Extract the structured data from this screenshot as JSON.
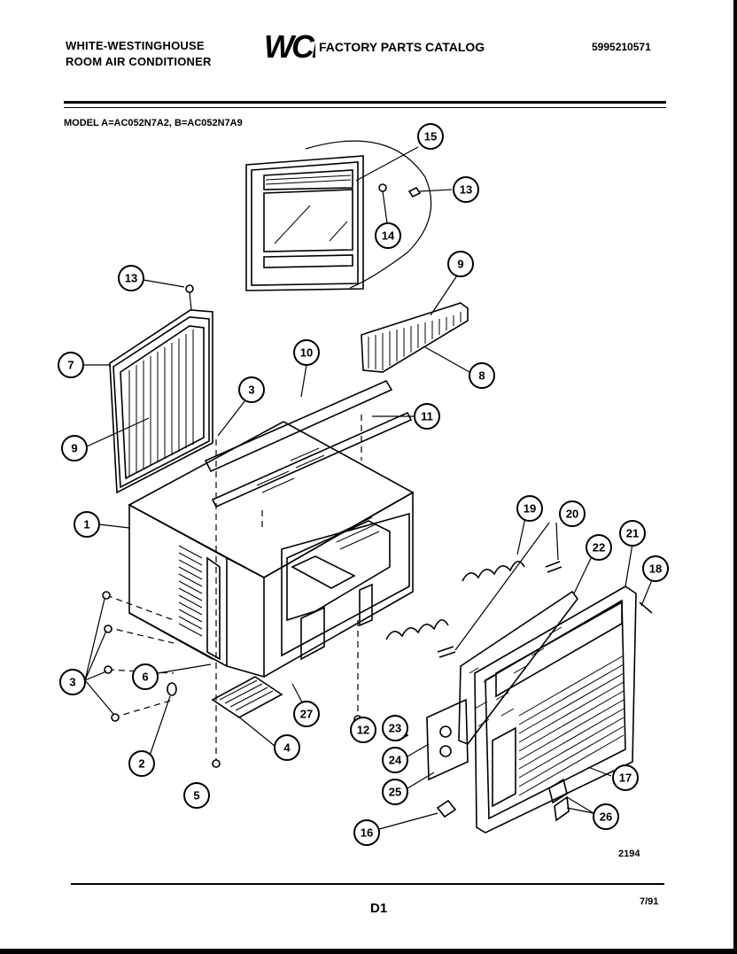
{
  "header": {
    "brand_line1": "WHITE-WESTINGHOUSE",
    "brand_line2": "ROOM AIR CONDITIONER",
    "logo_text": "WCI",
    "catalog_title": "FACTORY PARTS CATALOG",
    "catalog_number": "5995210571"
  },
  "model_line": "MODEL A=AC052N7A2, B=AC052N7A9",
  "footer": {
    "page_id": "D1",
    "date_code": "7/91",
    "figure_code": "2194"
  },
  "callouts": [
    "1",
    "2",
    "3",
    "3",
    "4",
    "5",
    "6",
    "7",
    "8",
    "9",
    "9",
    "10",
    "11",
    "12",
    "13",
    "13",
    "14",
    "15",
    "16",
    "17",
    "18",
    "19",
    "20",
    "21",
    "22",
    "23",
    "24",
    "25",
    "26",
    "27"
  ],
  "icons": {
    "logo": "wci-logo-icon"
  }
}
